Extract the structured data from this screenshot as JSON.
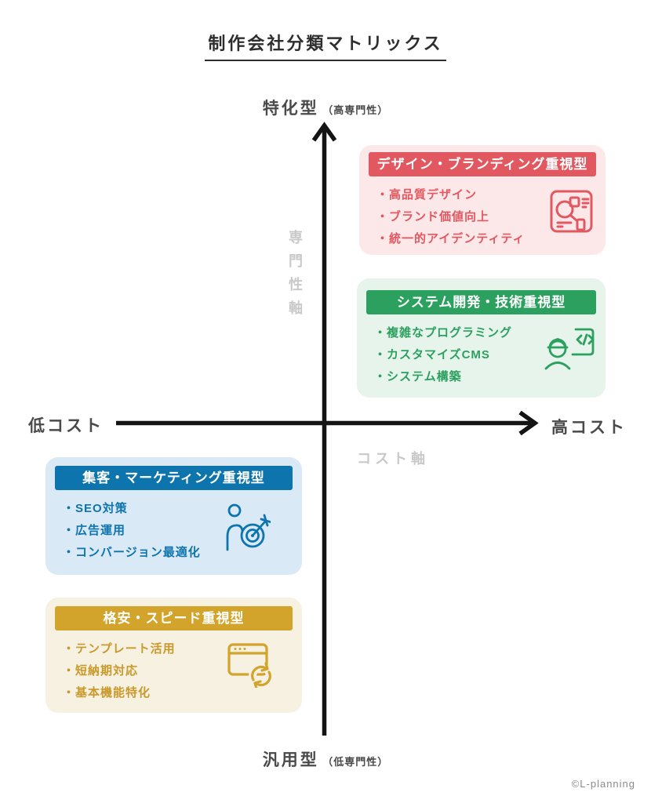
{
  "title": "制作会社分類マトリックス",
  "axes": {
    "vertical": {
      "top_label": "特化型",
      "top_sublabel": "（高専門性）",
      "bottom_label": "汎用型",
      "bottom_sublabel": "（低専門性）",
      "name": "専門性軸"
    },
    "horizontal": {
      "left_label": "低コスト",
      "right_label": "高コスト",
      "name": "コスト軸"
    },
    "line_color": "#141414"
  },
  "ui": {
    "bullet_marker": "・"
  },
  "cards": [
    {
      "title": "デザイン・ブランディング重視型",
      "bullets": [
        "高品質デザイン",
        "ブランド価値向上",
        "統一的アイデンティティ"
      ],
      "icon": "design-layout-icon",
      "accent": "#e25860",
      "background": "#fce8e9"
    },
    {
      "title": "システム開発・技術重視型",
      "bullets": [
        "複雑なプログラミング",
        "カスタマイズCMS",
        "システム構築"
      ],
      "icon": "engineer-code-icon",
      "accent": "#2ca05f",
      "background": "#e6f4ec"
    },
    {
      "title": "集客・マーケティング重視型",
      "bullets": [
        "SEO対策",
        "広告運用",
        "コンバージョン最適化"
      ],
      "icon": "target-marketing-icon",
      "accent": "#0e74ad",
      "background": "#d9e9f5"
    },
    {
      "title": "格安・スピード重視型",
      "bullets": [
        "テンプレート活用",
        "短納期対応",
        "基本機能特化"
      ],
      "icon": "browser-refresh-icon",
      "accent": "#d3a42b",
      "background": "#f7f1e2"
    }
  ],
  "footer": {
    "credit": "©L-planning"
  }
}
